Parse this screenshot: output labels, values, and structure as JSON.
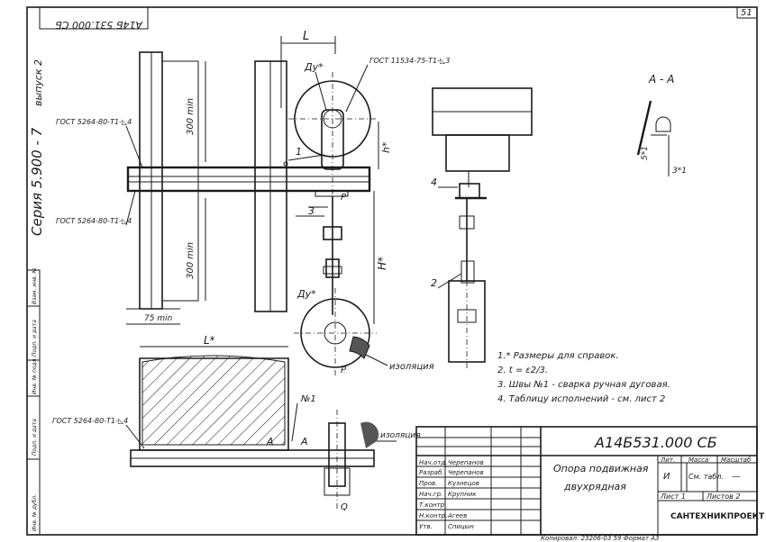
{
  "sheet": {
    "page_number": "51",
    "doc_number_rotated": "А14Б 531.000 СБ",
    "series_rotated": "Серия 5.900 - 7",
    "issue_rotated": "выпуск 2"
  },
  "drawing": {
    "dim_L": "L",
    "dim_Dy_top": "Ду*",
    "dim_Dy_bottom": "Ду*",
    "dim_h": "h*",
    "dim_H": "H*",
    "dim_L_bottom": "L*",
    "dim_300_top": "300 min",
    "dim_300_bottom": "300 min",
    "dim_75": "75 min",
    "weld_top": "ГОСТ 11534-75-Т1-◺3",
    "weld_left1": "ГОСТ 5264-80-Т1-◺4",
    "weld_left2": "ГОСТ 5264-80-Т1-◺4",
    "weld_bottom": "ГОСТ 5264-80-Т1-◺4",
    "callout_1": "1",
    "callout_2": "2",
    "callout_3": "3",
    "callout_4": "4",
    "load_P_top": "P",
    "load_P_bottom": "P",
    "load_Q": "Q",
    "section_A_left": "А",
    "section_A_right": "А",
    "section_title": "А - А",
    "section_5": "5*1",
    "section_3": "3*1",
    "isolation_1": "изоляция",
    "isolation_2": "изоляция",
    "weld_no": "№1"
  },
  "notes": [
    "1.* Размеры для справок.",
    "2. t = ε2/3.",
    "3. Швы №1 - сварка ручная дуговая.",
    "4. Таблицу исполнений - см. лист 2"
  ],
  "title_block": {
    "doc_code": "А14Б531.000 СБ",
    "title_line1": "Опора подвижная",
    "title_line2": "двухрядная",
    "col_lit": "Лит.",
    "col_mass": "Масса",
    "col_scale": "Масштаб",
    "lit_value": "И",
    "mass_value": "См. табл.",
    "scale_value": "—",
    "sheet_label": "Лист 1",
    "sheets_label": "Листов 2",
    "org": "САНТЕХНИКПРОЕКТ",
    "rows": [
      {
        "role": "Нач.отд.",
        "name": "Черепанов"
      },
      {
        "role": "Разраб.",
        "name": "Черепанов"
      },
      {
        "role": "Пров.",
        "name": "Кузнецов"
      },
      {
        "role": "Нач.гр.",
        "name": "Крупник"
      },
      {
        "role": "Т.контр.",
        "name": ""
      },
      {
        "role": "Н.контр.",
        "name": "Агеев"
      },
      {
        "role": "Утв.",
        "name": "Спицын"
      }
    ],
    "footer": "Копировал: 23206-03  59  Формат А3"
  },
  "side_stamp": {
    "cells": [
      "Взам. инв. №",
      "Подп. и дата",
      "Инв. № подл.",
      "Подп. и дата",
      "Инв. № дубл."
    ]
  }
}
